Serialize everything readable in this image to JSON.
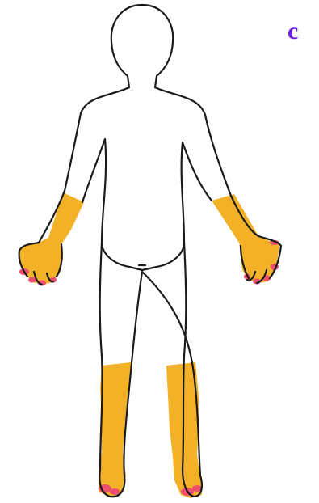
{
  "panel_label": "c",
  "colors": {
    "background": "#ffffff",
    "outline": "#1a1a1a",
    "body_fill": "#ffffff",
    "affected_fill": "#f2b127",
    "distal_tip_fill": "#ef4f6e",
    "label": "#6a1ee6"
  },
  "shaded_regions": [
    "left-forearm-hand",
    "right-forearm-hand",
    "left-lower-leg-foot",
    "right-lower-leg-foot"
  ]
}
